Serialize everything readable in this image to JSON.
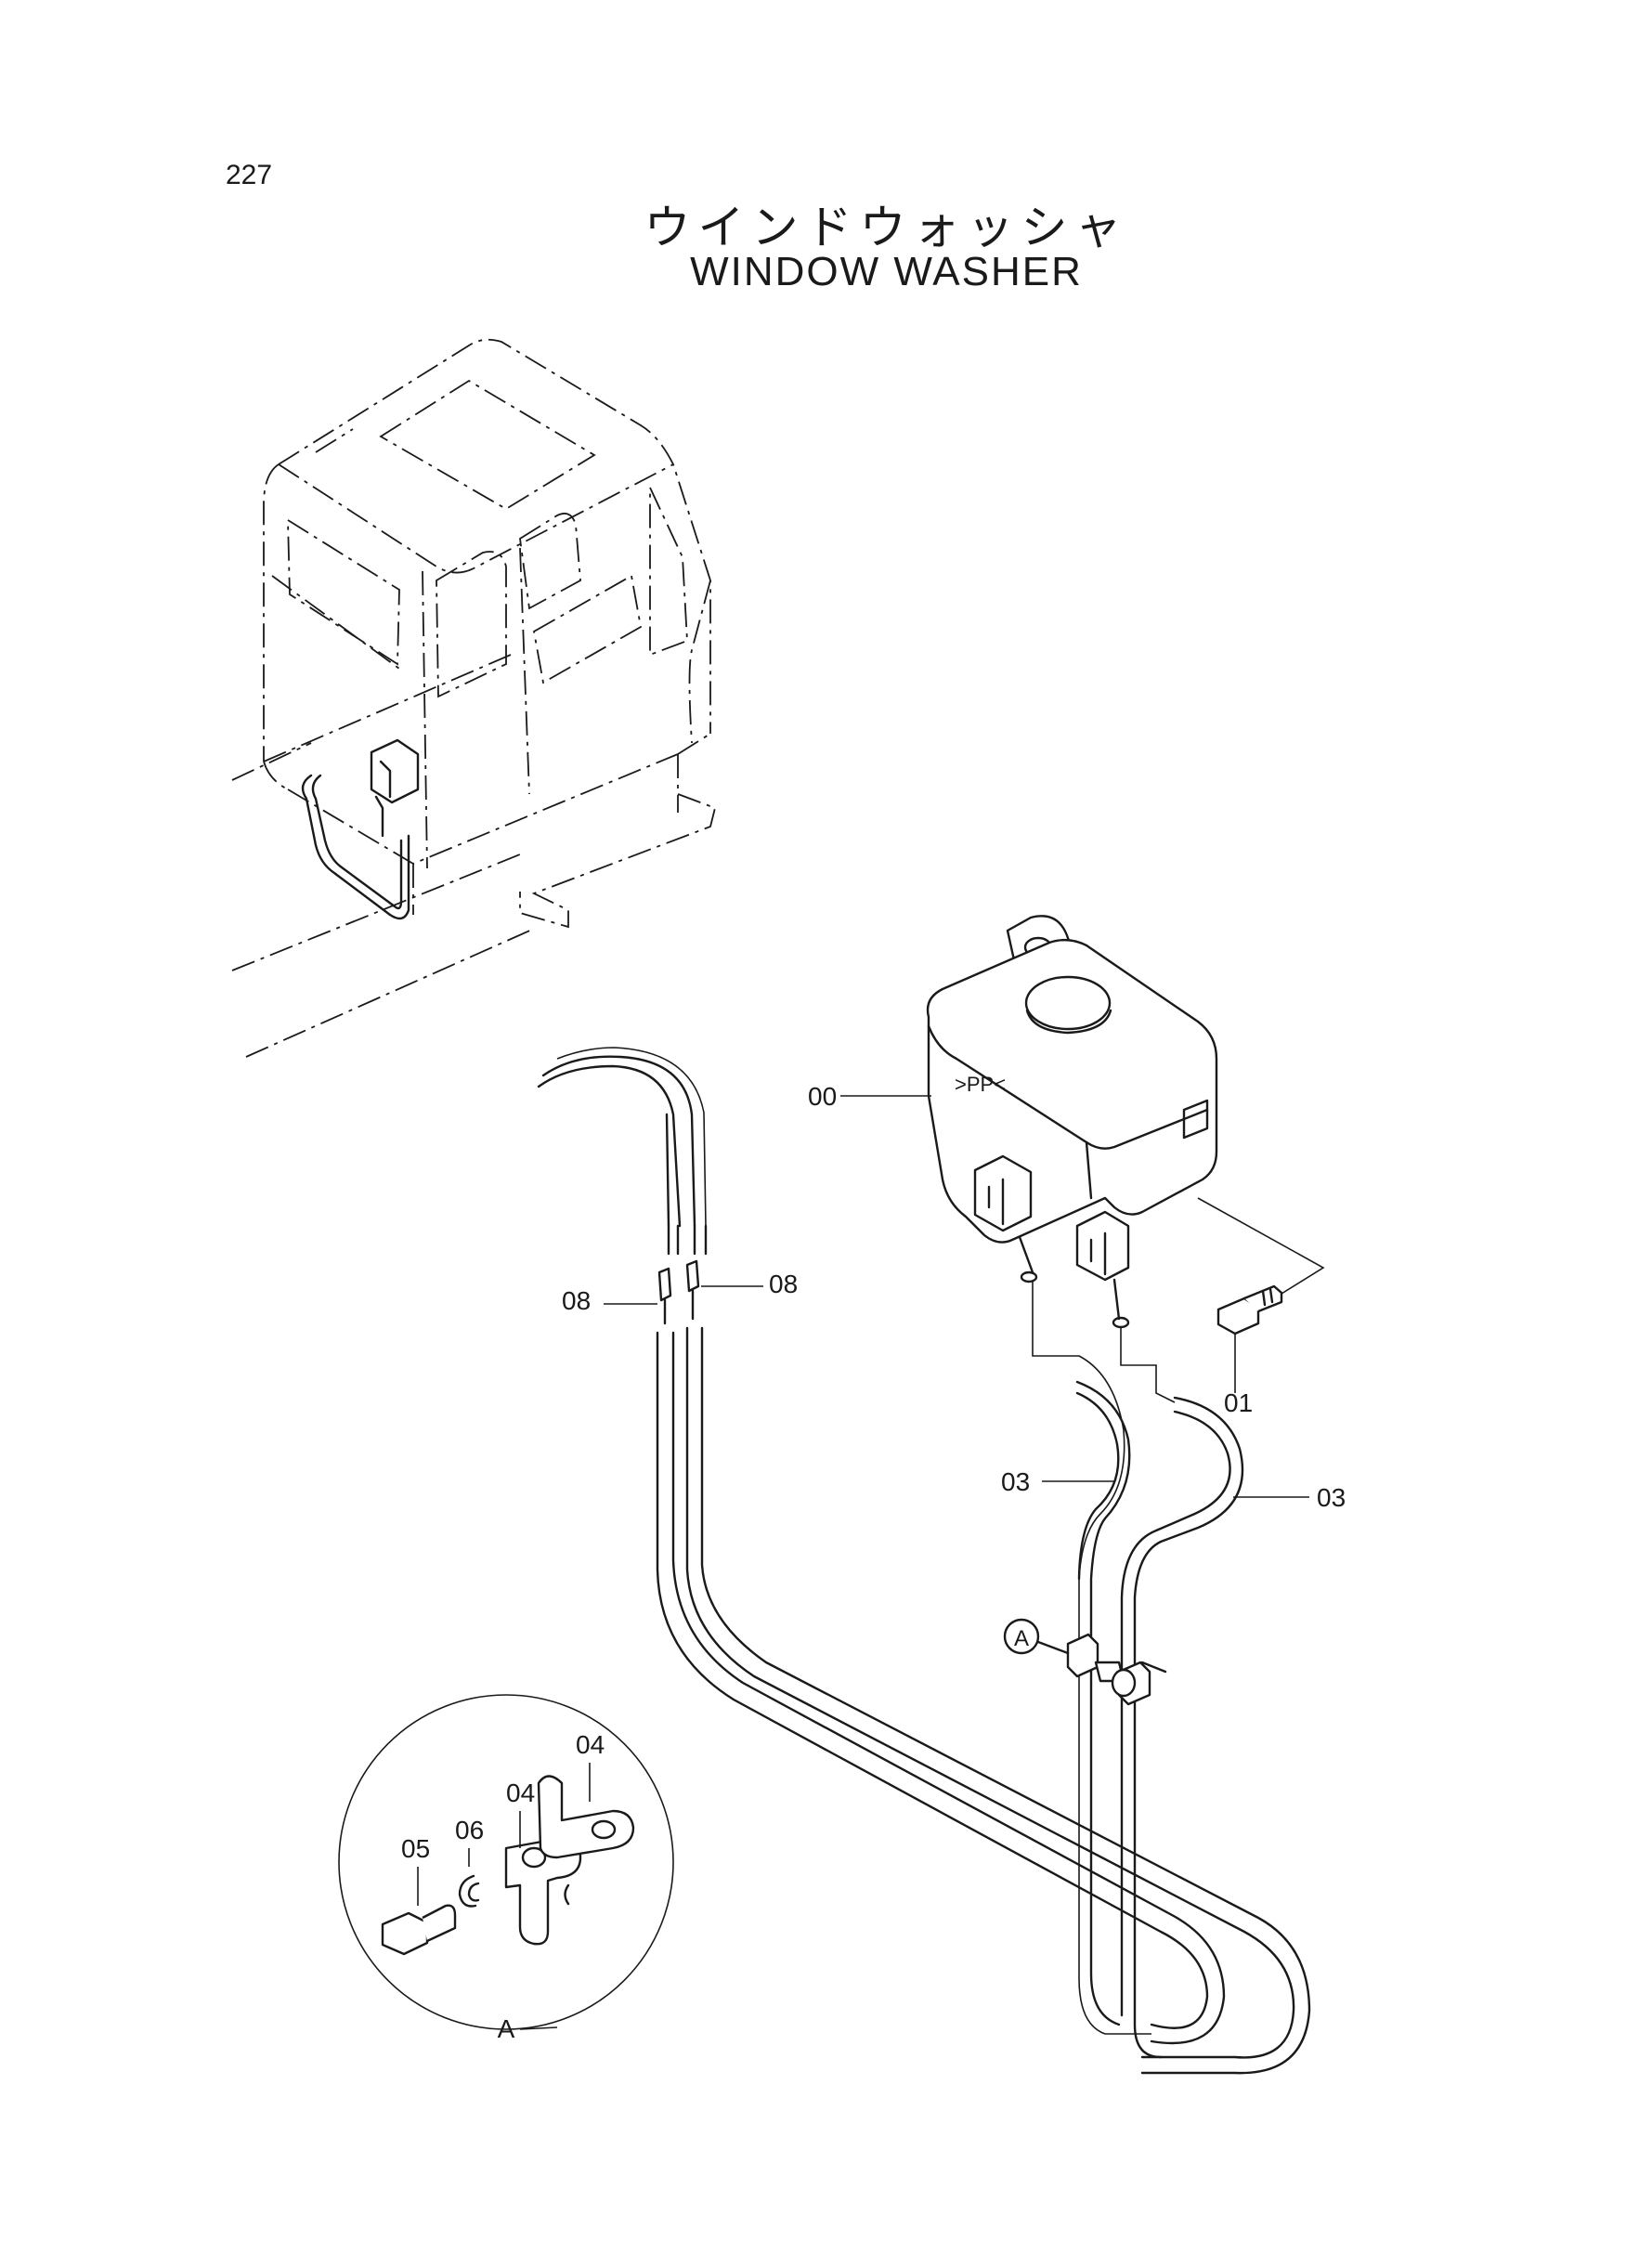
{
  "page": {
    "number": "227",
    "title_jp": "ウインドウォッシャ",
    "title_en": "WINDOW WASHER"
  },
  "callouts": {
    "c00": "00",
    "c01": "01",
    "c03a": "03",
    "c03b": "03",
    "c04a": "04",
    "c04b": "04",
    "c05": "05",
    "c06": "06",
    "c08a": "08",
    "c08b": "08",
    "detail_ref": "A",
    "detail_circle_label": "A"
  },
  "tank_mark": ">PP<"
}
